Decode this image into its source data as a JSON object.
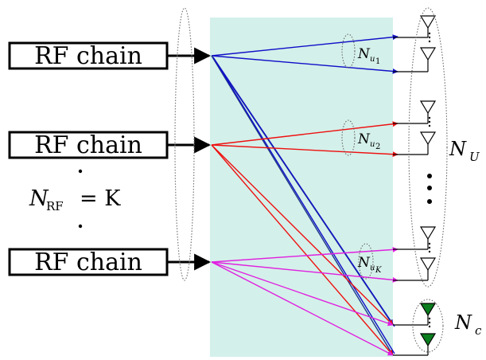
{
  "rf_chains": [
    {
      "label": "RF chain"
    },
    {
      "label": "RF chain"
    },
    {
      "label": "RF chain"
    }
  ],
  "nrf_equation": {
    "symbol": "N",
    "subscript": "RF",
    "rhs": "= K"
  },
  "user_groups": [
    {
      "symbol": "N",
      "sub": "u",
      "subsub": "1"
    },
    {
      "symbol": "N",
      "sub": "u",
      "subsub": "2"
    },
    {
      "symbol": "N",
      "sub": "u",
      "subsub": "K"
    }
  ],
  "nu_label": {
    "symbol": "N",
    "subscript": "U"
  },
  "nc_label": {
    "symbol": "N",
    "subscript": "c"
  },
  "colors": {
    "panel": "#d4f0ea",
    "user1_links": "#1010c8",
    "user2_links": "#ee1111",
    "userK_links": "#e020e0",
    "mixed_links": "#1e3a8a",
    "eaves_antenna": "#0a7d1e",
    "user_antenna": "#ffffff"
  }
}
